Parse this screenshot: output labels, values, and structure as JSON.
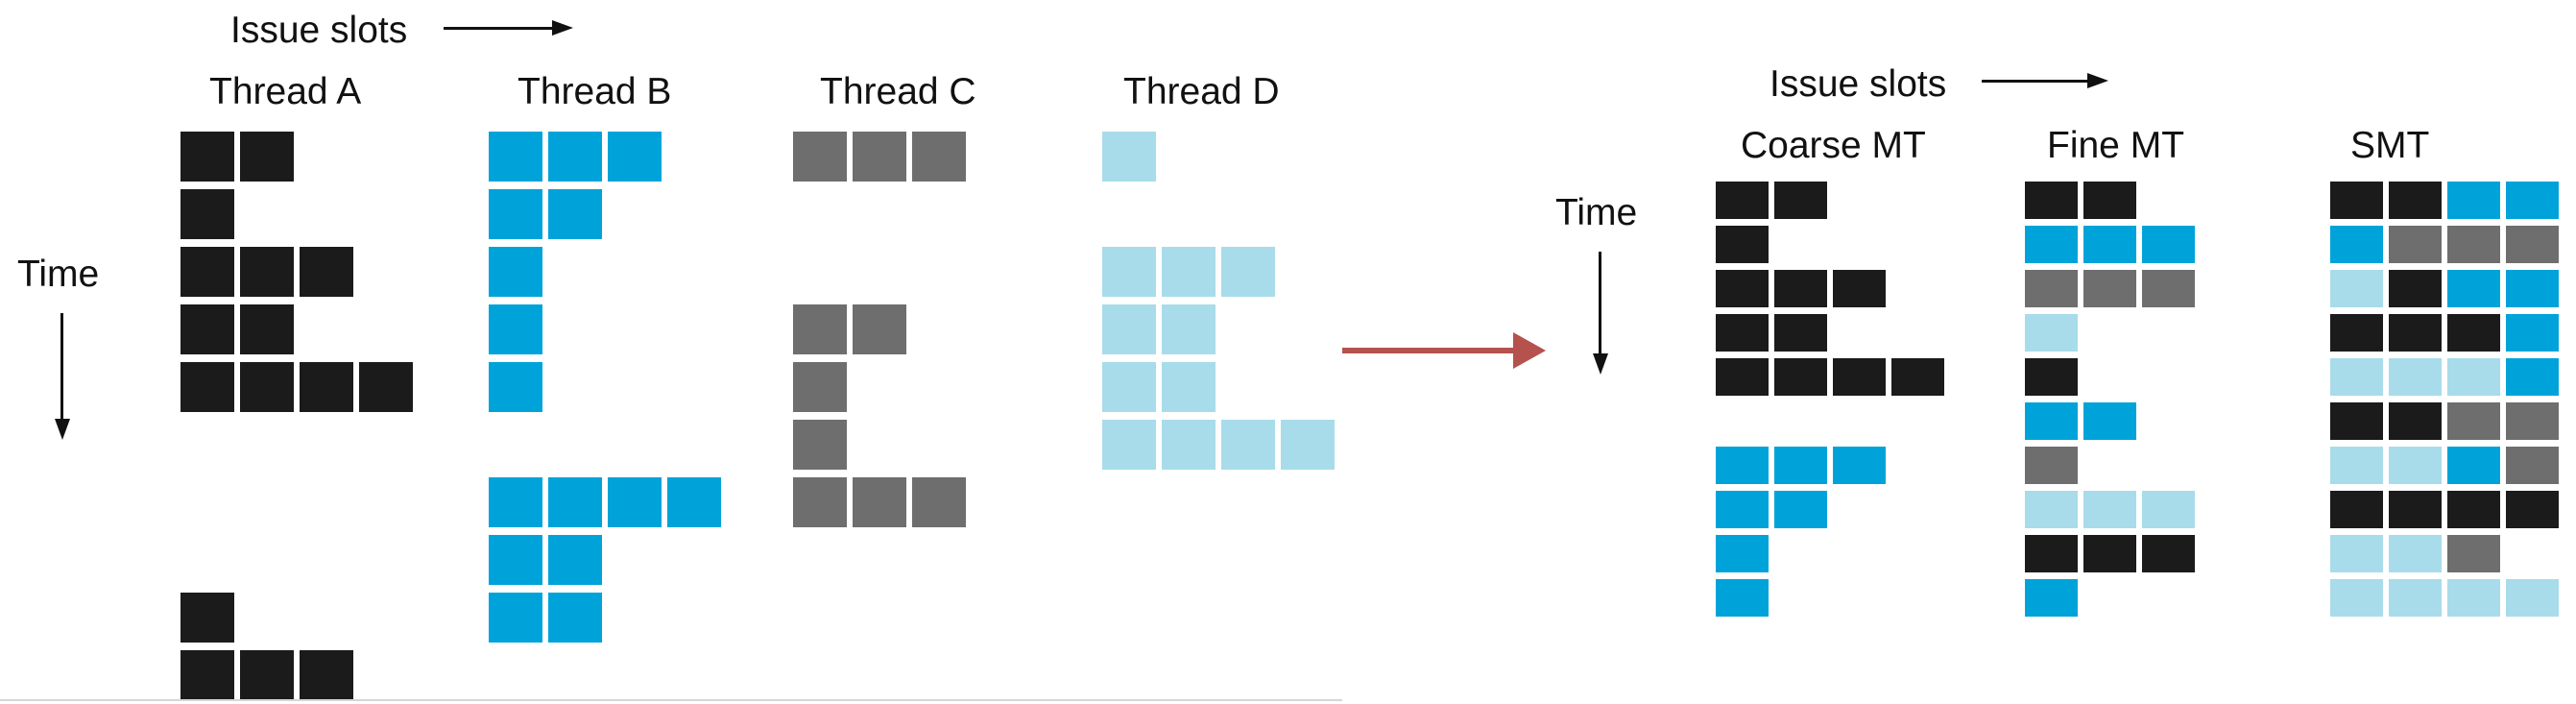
{
  "colors": {
    "A": "#1b1b1b",
    "B": "#00a3d9",
    "C": "#6e6e6e",
    "D": "#a8dcea",
    "arrow": "#b5524e"
  },
  "left": {
    "issue_slots_label": "Issue slots",
    "time_label": "Time",
    "threads": [
      {
        "name": "Thread A",
        "color_key": "A",
        "rows": [
          [
            1,
            1,
            0,
            0
          ],
          [
            1,
            0,
            0,
            0
          ],
          [
            1,
            1,
            1,
            0
          ],
          [
            1,
            1,
            0,
            0
          ],
          [
            1,
            1,
            1,
            1
          ],
          [
            0,
            0,
            0,
            0
          ],
          [
            0,
            0,
            0,
            0
          ],
          [
            0,
            0,
            0,
            0
          ],
          [
            1,
            0,
            0,
            0
          ],
          [
            1,
            1,
            1,
            0
          ]
        ]
      },
      {
        "name": "Thread B",
        "color_key": "B",
        "rows": [
          [
            1,
            1,
            1,
            0
          ],
          [
            1,
            1,
            0,
            0
          ],
          [
            1,
            0,
            0,
            0
          ],
          [
            1,
            0,
            0,
            0
          ],
          [
            1,
            0,
            0,
            0
          ],
          [
            0,
            0,
            0,
            0
          ],
          [
            1,
            1,
            1,
            1
          ],
          [
            1,
            1,
            0,
            0
          ],
          [
            1,
            1,
            0,
            0
          ]
        ]
      },
      {
        "name": "Thread C",
        "color_key": "C",
        "rows": [
          [
            1,
            1,
            1,
            0
          ],
          [
            0,
            0,
            0,
            0
          ],
          [
            0,
            0,
            0,
            0
          ],
          [
            1,
            1,
            0,
            0
          ],
          [
            1,
            0,
            0,
            0
          ],
          [
            1,
            0,
            0,
            0
          ],
          [
            1,
            1,
            1,
            0
          ]
        ]
      },
      {
        "name": "Thread D",
        "color_key": "D",
        "rows": [
          [
            1,
            0,
            0,
            0
          ],
          [
            0,
            0,
            0,
            0
          ],
          [
            1,
            1,
            1,
            0
          ],
          [
            1,
            1,
            0,
            0
          ],
          [
            1,
            1,
            0,
            0
          ],
          [
            1,
            1,
            1,
            1
          ]
        ]
      }
    ]
  },
  "right": {
    "issue_slots_label": "Issue slots",
    "time_label": "Time",
    "schedules": [
      {
        "name": "Coarse MT",
        "rows": [
          [
            "A",
            "A",
            "",
            ""
          ],
          [
            "A",
            "",
            "",
            ""
          ],
          [
            "A",
            "A",
            "A",
            ""
          ],
          [
            "A",
            "A",
            "",
            ""
          ],
          [
            "A",
            "A",
            "A",
            "A"
          ],
          [
            "",
            "",
            "",
            ""
          ],
          [
            "B",
            "B",
            "B",
            ""
          ],
          [
            "B",
            "B",
            "",
            ""
          ],
          [
            "B",
            "",
            "",
            ""
          ],
          [
            "B",
            "",
            "",
            ""
          ]
        ]
      },
      {
        "name": "Fine MT",
        "rows": [
          [
            "A",
            "A",
            "",
            ""
          ],
          [
            "B",
            "B",
            "B",
            ""
          ],
          [
            "C",
            "C",
            "C",
            ""
          ],
          [
            "D",
            "",
            "",
            ""
          ],
          [
            "A",
            "",
            "",
            ""
          ],
          [
            "B",
            "B",
            "",
            ""
          ],
          [
            "C",
            "",
            "",
            ""
          ],
          [
            "D",
            "D",
            "D",
            ""
          ],
          [
            "A",
            "A",
            "A",
            ""
          ],
          [
            "B",
            "",
            "",
            ""
          ]
        ]
      },
      {
        "name": "SMT",
        "rows": [
          [
            "A",
            "A",
            "B",
            "B"
          ],
          [
            "B",
            "C",
            "C",
            "C"
          ],
          [
            "D",
            "A",
            "B",
            "B"
          ],
          [
            "A",
            "A",
            "A",
            "B"
          ],
          [
            "D",
            "D",
            "D",
            "B"
          ],
          [
            "A",
            "A",
            "C",
            "C"
          ],
          [
            "D",
            "D",
            "B",
            "C"
          ],
          [
            "A",
            "A",
            "A",
            "A"
          ],
          [
            "D",
            "D",
            "C",
            ""
          ],
          [
            "D",
            "D",
            "D",
            "D"
          ]
        ]
      }
    ]
  }
}
